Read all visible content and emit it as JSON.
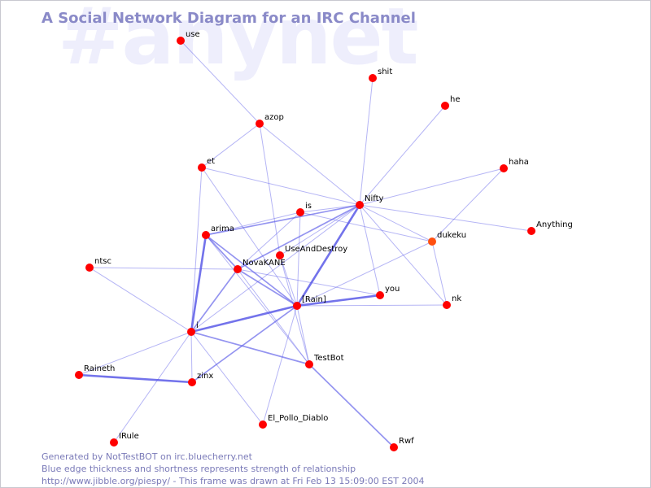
{
  "title": "A Social Network Diagram for an IRC Channel",
  "watermark": "#anynet",
  "colors": {
    "node": "#ff0000",
    "node_highlight": "#ff5010",
    "edge": "#5a5ae8",
    "title": "#8a8ac8",
    "footer": "#7a7ab8",
    "watermark": "#eeeefc"
  },
  "footer": {
    "line1": "Generated by NotTestBOT on irc.bluecherry.net",
    "line2": "Blue edge thickness and shortness represents strength of relationship",
    "line3": "http://www.jibble.org/piespy/ - This frame was drawn at Fri Feb 13 15:09:00 EST 2004"
  },
  "nodes": [
    {
      "id": "use",
      "label": "use"
    },
    {
      "id": "shit",
      "label": "shit"
    },
    {
      "id": "he",
      "label": "he"
    },
    {
      "id": "azop",
      "label": "azop"
    },
    {
      "id": "et",
      "label": "et"
    },
    {
      "id": "haha",
      "label": "haha"
    },
    {
      "id": "nifty",
      "label": "Nifty"
    },
    {
      "id": "is",
      "label": "is"
    },
    {
      "id": "anything",
      "label": "Anything"
    },
    {
      "id": "arima",
      "label": "arima"
    },
    {
      "id": "dukeku",
      "label": "dukeku",
      "highlight": true
    },
    {
      "id": "useanddestroy",
      "label": "UseAndDestroy"
    },
    {
      "id": "ntsc",
      "label": "ntsc"
    },
    {
      "id": "novakane",
      "label": "NovaKANE"
    },
    {
      "id": "you",
      "label": "you"
    },
    {
      "id": "rain",
      "label": "[Rain]"
    },
    {
      "id": "nk",
      "label": "nk"
    },
    {
      "id": "i",
      "label": "i"
    },
    {
      "id": "testbot",
      "label": "TestBot"
    },
    {
      "id": "raineth",
      "label": "Raineth"
    },
    {
      "id": "zinx",
      "label": "zinx"
    },
    {
      "id": "el_pollo_diablo",
      "label": "El_Pollo_Diablo"
    },
    {
      "id": "irule",
      "label": "IRule"
    },
    {
      "id": "rwf",
      "label": "Rwf"
    }
  ],
  "edges": [
    {
      "source": "use",
      "target": "azop",
      "strength": 1
    },
    {
      "source": "azop",
      "target": "et",
      "strength": 1
    },
    {
      "source": "azop",
      "target": "nifty",
      "strength": 1
    },
    {
      "source": "azop",
      "target": "useanddestroy",
      "strength": 1
    },
    {
      "source": "et",
      "target": "nifty",
      "strength": 1
    },
    {
      "source": "et",
      "target": "rain",
      "strength": 1
    },
    {
      "source": "et",
      "target": "i",
      "strength": 1
    },
    {
      "source": "shit",
      "target": "nifty",
      "strength": 1
    },
    {
      "source": "he",
      "target": "nifty",
      "strength": 1
    },
    {
      "source": "haha",
      "target": "nifty",
      "strength": 1
    },
    {
      "source": "haha",
      "target": "dukeku",
      "strength": 1
    },
    {
      "source": "nifty",
      "target": "anything",
      "strength": 1
    },
    {
      "source": "nifty",
      "target": "arima",
      "strength": 2
    },
    {
      "source": "nifty",
      "target": "is",
      "strength": 1
    },
    {
      "source": "nifty",
      "target": "novakane",
      "strength": 2
    },
    {
      "source": "nifty",
      "target": "rain",
      "strength": 3
    },
    {
      "source": "nifty",
      "target": "you",
      "strength": 1
    },
    {
      "source": "nifty",
      "target": "nk",
      "strength": 1
    },
    {
      "source": "nifty",
      "target": "dukeku",
      "strength": 1
    },
    {
      "source": "nifty",
      "target": "i",
      "strength": 1
    },
    {
      "source": "nifty",
      "target": "useanddestroy",
      "strength": 1
    },
    {
      "source": "is",
      "target": "arima",
      "strength": 1
    },
    {
      "source": "is",
      "target": "rain",
      "strength": 1
    },
    {
      "source": "is",
      "target": "dukeku",
      "strength": 1
    },
    {
      "source": "is",
      "target": "novakane",
      "strength": 1
    },
    {
      "source": "arima",
      "target": "novakane",
      "strength": 2
    },
    {
      "source": "arima",
      "target": "rain",
      "strength": 2
    },
    {
      "source": "arima",
      "target": "i",
      "strength": 3
    },
    {
      "source": "arima",
      "target": "testbot",
      "strength": 1
    },
    {
      "source": "dukeku",
      "target": "nk",
      "strength": 1
    },
    {
      "source": "dukeku",
      "target": "rain",
      "strength": 1
    },
    {
      "source": "ntsc",
      "target": "novakane",
      "strength": 1
    },
    {
      "source": "ntsc",
      "target": "i",
      "strength": 1
    },
    {
      "source": "novakane",
      "target": "rain",
      "strength": 2
    },
    {
      "source": "novakane",
      "target": "i",
      "strength": 2
    },
    {
      "source": "novakane",
      "target": "you",
      "strength": 1
    },
    {
      "source": "novakane",
      "target": "testbot",
      "strength": 1
    },
    {
      "source": "useanddestroy",
      "target": "rain",
      "strength": 1
    },
    {
      "source": "useanddestroy",
      "target": "testbot",
      "strength": 1
    },
    {
      "source": "you",
      "target": "rain",
      "strength": 3
    },
    {
      "source": "rain",
      "target": "nk",
      "strength": 1
    },
    {
      "source": "rain",
      "target": "i",
      "strength": 3
    },
    {
      "source": "rain",
      "target": "testbot",
      "strength": 1
    },
    {
      "source": "rain",
      "target": "zinx",
      "strength": 2
    },
    {
      "source": "rain",
      "target": "el_pollo_diablo",
      "strength": 1
    },
    {
      "source": "i",
      "target": "testbot",
      "strength": 2
    },
    {
      "source": "i",
      "target": "raineth",
      "strength": 1
    },
    {
      "source": "i",
      "target": "zinx",
      "strength": 1
    },
    {
      "source": "i",
      "target": "el_pollo_diablo",
      "strength": 1
    },
    {
      "source": "i",
      "target": "irule",
      "strength": 1
    },
    {
      "source": "raineth",
      "target": "zinx",
      "strength": 3
    },
    {
      "source": "testbot",
      "target": "rwf",
      "strength": 2
    }
  ]
}
